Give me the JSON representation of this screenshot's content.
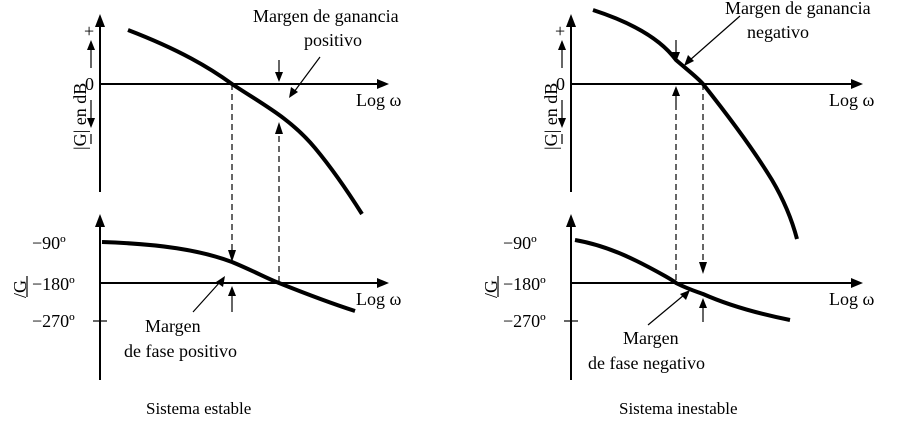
{
  "panels": {
    "stable": {
      "caption": "Sistema estable",
      "ylabel_mag": "|G| en dB",
      "ylabel_phase": "/G",
      "plus_sign": "+",
      "zero_label": "0",
      "minus_sign": "−",
      "x_label_mag": "Log ω",
      "x_label_phase": "Log ω",
      "tick_90": "−90º",
      "tick_180": "−180º",
      "tick_270": "−270º",
      "gain_margin_line1": "Margen de ganancia",
      "gain_margin_line2": "positivo",
      "phase_margin_line1": "Margen",
      "phase_margin_line2": "de fase positivo"
    },
    "unstable": {
      "caption": "Sistema inestable",
      "ylabel_mag": "|G| en dB",
      "ylabel_phase": "/G",
      "plus_sign": "+",
      "zero_label": "0",
      "minus_sign": "−",
      "x_label_mag": "Log ω",
      "x_label_phase": "Log ω",
      "tick_90": "−90º",
      "tick_180": "−180º",
      "tick_270": "−270º",
      "gain_margin_line1": "Margen de ganancia",
      "gain_margin_line2": "negativo",
      "phase_margin_line1": "Margen",
      "phase_margin_line2": "de fase negativo"
    }
  }
}
